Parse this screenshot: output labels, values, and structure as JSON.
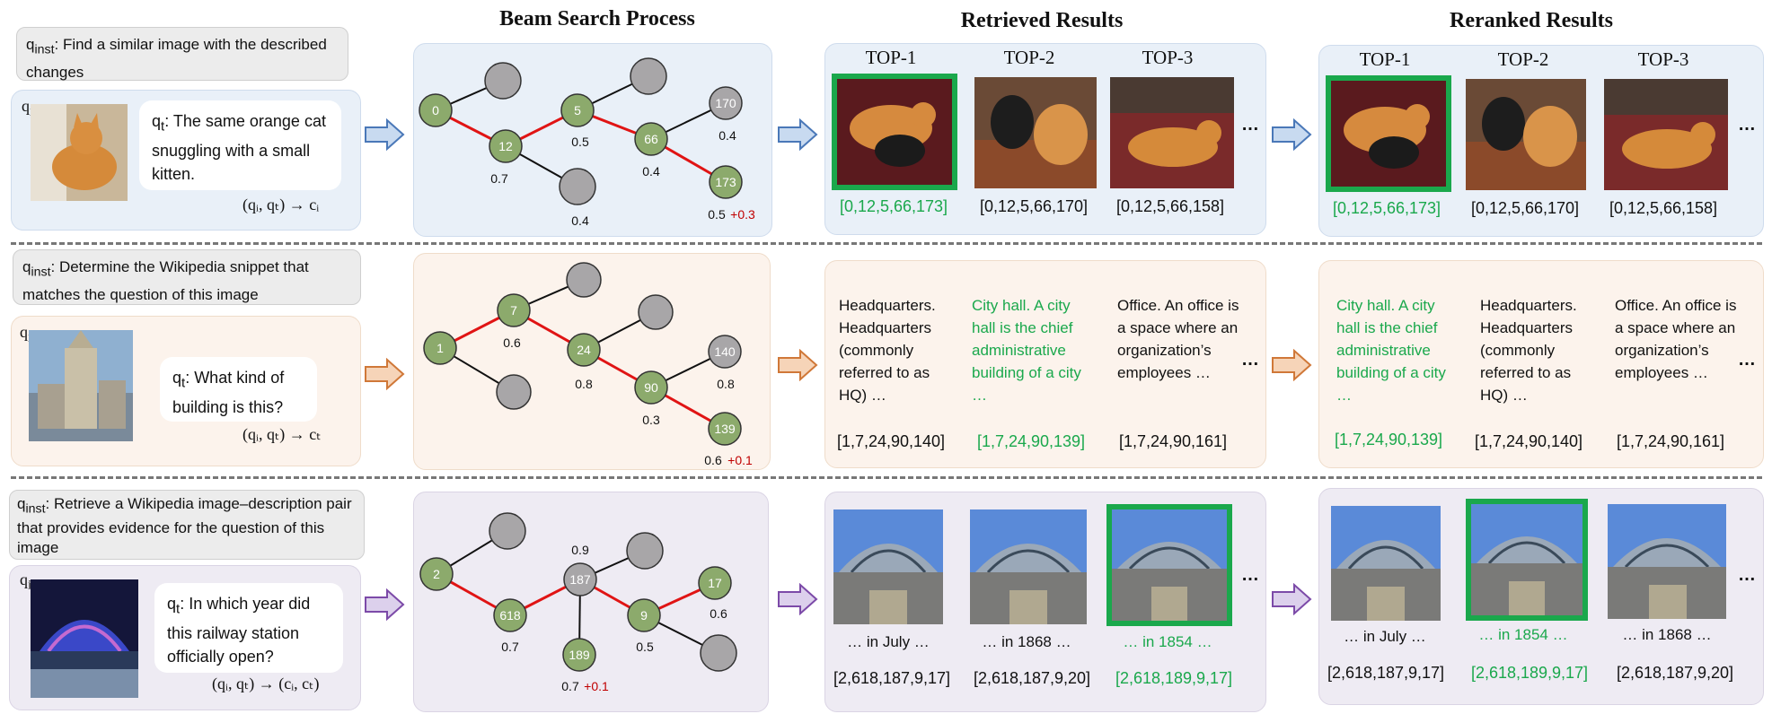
{
  "headers": {
    "beam": "Beam Search Process",
    "retrieved": "Retrieved Results",
    "reranked": "Reranked Results"
  },
  "top_labels": [
    "TOP-1",
    "TOP-2",
    "TOP-3"
  ],
  "ellipsis": "…",
  "colors": {
    "blue_panel": "#e9f0f8",
    "orange_panel": "#fcf3ec",
    "purple_panel": "#eeebf3",
    "node_green": "#8caa6c",
    "node_gray": "#a8a6a8",
    "highlight": "#1aa84c",
    "path_red": "#e01414"
  },
  "rows": [
    {
      "q_inst_prefix": "q",
      "q_inst_sub": "inst",
      "q_inst_text": ": Find a similar image with the described changes",
      "qi_label": "q",
      "qi_sub": "i",
      "qt_prefix": "q",
      "qt_sub": "t",
      "qt_text": ": The same orange cat snuggling with a small kitten.",
      "formula": "(qᵢ, qₜ) → cᵢ",
      "tree": {
        "nodes": [
          "0",
          "",
          "12",
          "5",
          "",
          "66",
          "",
          "170",
          "173"
        ],
        "probs": [
          "0.7",
          "0.5",
          "0.4",
          "0.4",
          "0.4"
        ],
        "final_prob": "0.5",
        "bonus": "+0.3"
      },
      "retrieved": [
        "[0,12,5,66,173]",
        "[0,12,5,66,170]",
        "[0,12,5,66,158]"
      ],
      "reranked": [
        "[0,12,5,66,173]",
        "[0,12,5,66,170]",
        "[0,12,5,66,158]"
      ]
    },
    {
      "q_inst_prefix": "q",
      "q_inst_sub": "inst",
      "q_inst_text": ": Determine the Wikipedia snippet that matches the question of this image",
      "qi_label": "q",
      "qi_sub": "i",
      "qt_prefix": "q",
      "qt_sub": "t",
      "qt_text": ": What kind of building is this?",
      "formula": "(qᵢ, qₜ) → cₜ",
      "tree": {
        "nodes": [
          "1",
          "7",
          "",
          "24",
          "",
          "90",
          "140",
          "139"
        ],
        "probs": [
          "0.6",
          "0.8",
          "0.8",
          "0.3"
        ],
        "final_prob": "0.6",
        "bonus": "+0.1"
      },
      "snippets": {
        "headquarters": "Headquarters. Headquarters (commonly referred to as HQ) …",
        "cityhall": "City hall. A city hall is the chief administrative building of a city …",
        "office": "Office. An office is a space where an organization’s employees …"
      },
      "retrieved": [
        "[1,7,24,90,140]",
        "[1,7,24,90,139]",
        "[1,7,24,90,161]"
      ],
      "reranked": [
        "[1,7,24,90,139]",
        "[1,7,24,90,140]",
        "[1,7,24,90,161]"
      ]
    },
    {
      "q_inst_prefix": "q",
      "q_inst_sub": "inst",
      "q_inst_text": ": Retrieve a Wikipedia image–description pair that provides evidence for the question of this image",
      "qi_label": "q",
      "qi_sub": "i",
      "qt_prefix": "q",
      "qt_sub": "t",
      "qt_text": ": In which year did this railway station officially open?",
      "formula": "(qᵢ, qₜ) → (cᵢ, cₜ)",
      "tree": {
        "nodes": [
          "2",
          "",
          "618",
          "187",
          "189",
          "",
          "9",
          "17",
          ""
        ],
        "probs": [
          "0.7",
          "0.9",
          "0.5",
          "0.6"
        ],
        "final_prob": "0.7",
        "bonus": "+0.1"
      },
      "captions": {
        "july": "… in July …",
        "y1868": "… in 1868 …",
        "y1854": "… in 1854 …"
      },
      "retrieved": [
        "[2,618,187,9,17]",
        "[2,618,187,9,20]",
        "[2,618,189,9,17]"
      ],
      "reranked": [
        "[2,618,187,9,17]",
        "[2,618,189,9,17]",
        "[2,618,187,9,20]"
      ]
    }
  ]
}
